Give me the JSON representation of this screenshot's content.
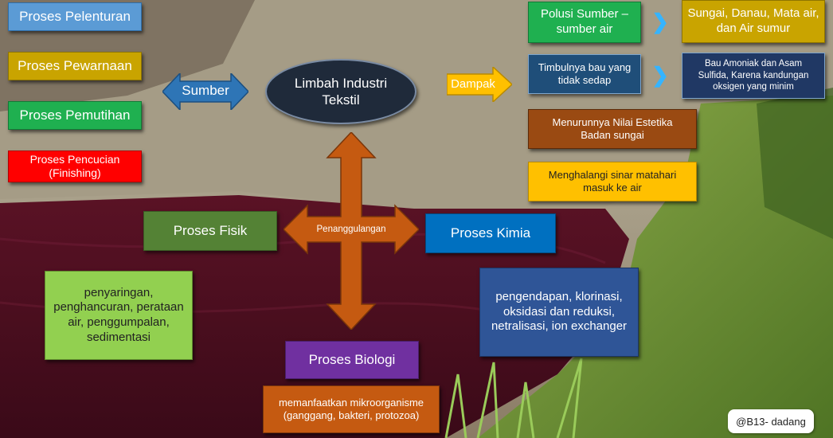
{
  "colors": {
    "blue_light": "#5b9bd5",
    "gold": "#c9a400",
    "green": "#1fb050",
    "red": "#ff0000",
    "olive_green": "#548235",
    "blue": "#0070c0",
    "purple": "#7030a0",
    "brown_orange": "#c55a11",
    "yellow": "#ffc000",
    "navy": "#1f4e79",
    "dark_blue": "#203864",
    "lime": "#92d050",
    "arrow_orange": "#c55a11",
    "arrow_blue": "#2e75b6"
  },
  "center": {
    "label": "Limbah Industri Tekstil"
  },
  "sumber": {
    "arrow_label": "Sumber",
    "items": [
      "Proses Pelenturan",
      "Proses Pewarnaan",
      "Proses Pemutihan",
      "Proses Pencucian (Finishing)"
    ]
  },
  "dampak": {
    "arrow_label": "Dampak",
    "items": [
      {
        "label": "Polusi Sumber – sumber air",
        "detail": "Sungai, Danau, Mata air, dan Air sumur"
      },
      {
        "label": "Timbulnya bau yang tidak sedap",
        "detail": "Bau Amoniak dan Asam Sulfida, Karena kandungan oksigen yang minim"
      },
      {
        "label": "Menurunnya Nilai Estetika Badan sungai"
      },
      {
        "label": "Menghalangi sinar matahari masuk ke air"
      }
    ]
  },
  "penanggulangan": {
    "label": "Penanggulangan",
    "fisik": {
      "label": "Proses Fisik",
      "detail": "penyaringan, penghancuran, perataan air, penggumpalan, sedimentasi"
    },
    "kimia": {
      "label": "Proses Kimia",
      "detail": "pengendapan, klorinasi, oksidasi dan reduksi, netralisasi, ion exchanger"
    },
    "biologi": {
      "label": "Proses Biologi",
      "detail": "memanfaatkan mikroorganisme (ganggang, bakteri, protozoa)"
    }
  },
  "watermark": "@B13- dadang"
}
